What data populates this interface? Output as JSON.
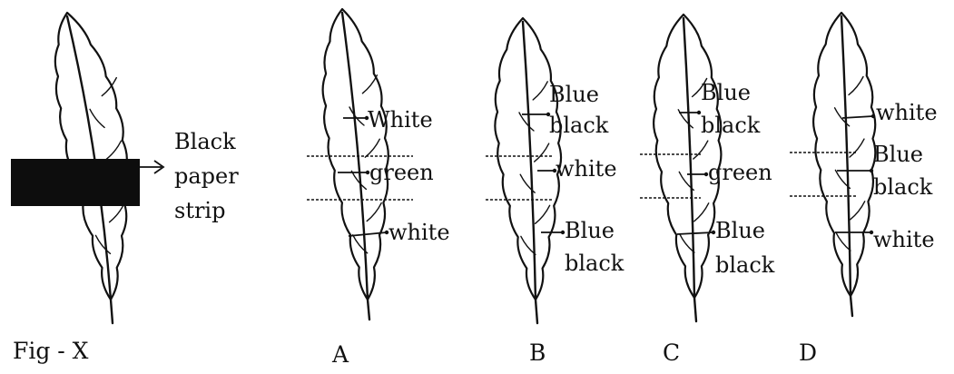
{
  "figure_x": {
    "caption": "Fig - X",
    "label": "Black paper strip",
    "label_lines": [
      "Black",
      "paper",
      "strip"
    ]
  },
  "leaves": [
    {
      "id": "A",
      "caption": "A",
      "regions": [
        {
          "part": "top",
          "label_lines": [
            "White"
          ]
        },
        {
          "part": "middle",
          "label_lines": [
            "green"
          ]
        },
        {
          "part": "bottom",
          "label_lines": [
            "white"
          ]
        }
      ]
    },
    {
      "id": "B",
      "caption": "B",
      "regions": [
        {
          "part": "top",
          "label_lines": [
            "Blue",
            "black"
          ]
        },
        {
          "part": "middle",
          "label_lines": [
            "white"
          ]
        },
        {
          "part": "bottom",
          "label_lines": [
            "Blue",
            "black"
          ]
        }
      ]
    },
    {
      "id": "C",
      "caption": "C",
      "regions": [
        {
          "part": "top",
          "label_lines": [
            "Blue",
            "black"
          ]
        },
        {
          "part": "middle",
          "label_lines": [
            "green"
          ]
        },
        {
          "part": "bottom",
          "label_lines": [
            "Blue",
            "black"
          ]
        }
      ]
    },
    {
      "id": "D",
      "caption": "D",
      "regions": [
        {
          "part": "top",
          "label_lines": [
            "white"
          ]
        },
        {
          "part": "middle",
          "label_lines": [
            "Blue",
            "black"
          ]
        },
        {
          "part": "bottom",
          "label_lines": [
            "white"
          ]
        }
      ]
    }
  ],
  "colors": {
    "ink": "#111111",
    "strip": "#0d0d0d",
    "background": "#ffffff"
  }
}
